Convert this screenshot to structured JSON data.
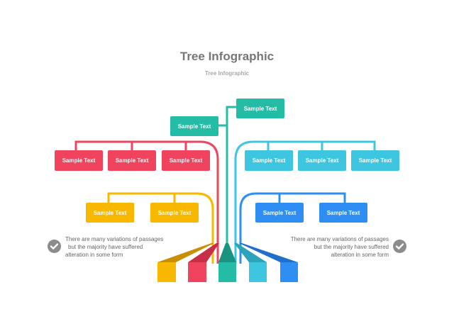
{
  "header": {
    "title": "Tree Infographic",
    "subtitle": "Tree Infographic"
  },
  "colors": {
    "red": "#f0445e",
    "teal": "#24bca4",
    "cyan": "#3ec6e0",
    "yellow": "#f9b800",
    "blue": "#2f8ef4",
    "gray_text": "#777777",
    "check": "#8c8c8c"
  },
  "boxes": {
    "top_teal": "Sample Text",
    "mid_teal": "Sample Text",
    "red_1": "Sample Text",
    "red_2": "Sample Text",
    "red_3": "Sample Text",
    "cyan_1": "Sample Text",
    "cyan_2": "Sample Text",
    "cyan_3": "Sample Text",
    "yellow_1": "Sample Text",
    "yellow_2": "Sample Text",
    "blue_1": "Sample Text",
    "blue_2": "Sample Text"
  },
  "notes": {
    "left": {
      "line1": "There are many variations of passages",
      "line2": "but the majority have  suffered",
      "line3": "alteration in some form",
      "icon": "check-circle-icon"
    },
    "right": {
      "line1": "There are many variations of passages",
      "line2": "but the majority have  suffered",
      "line3": "alteration in some form",
      "icon": "check-circle-icon"
    }
  }
}
